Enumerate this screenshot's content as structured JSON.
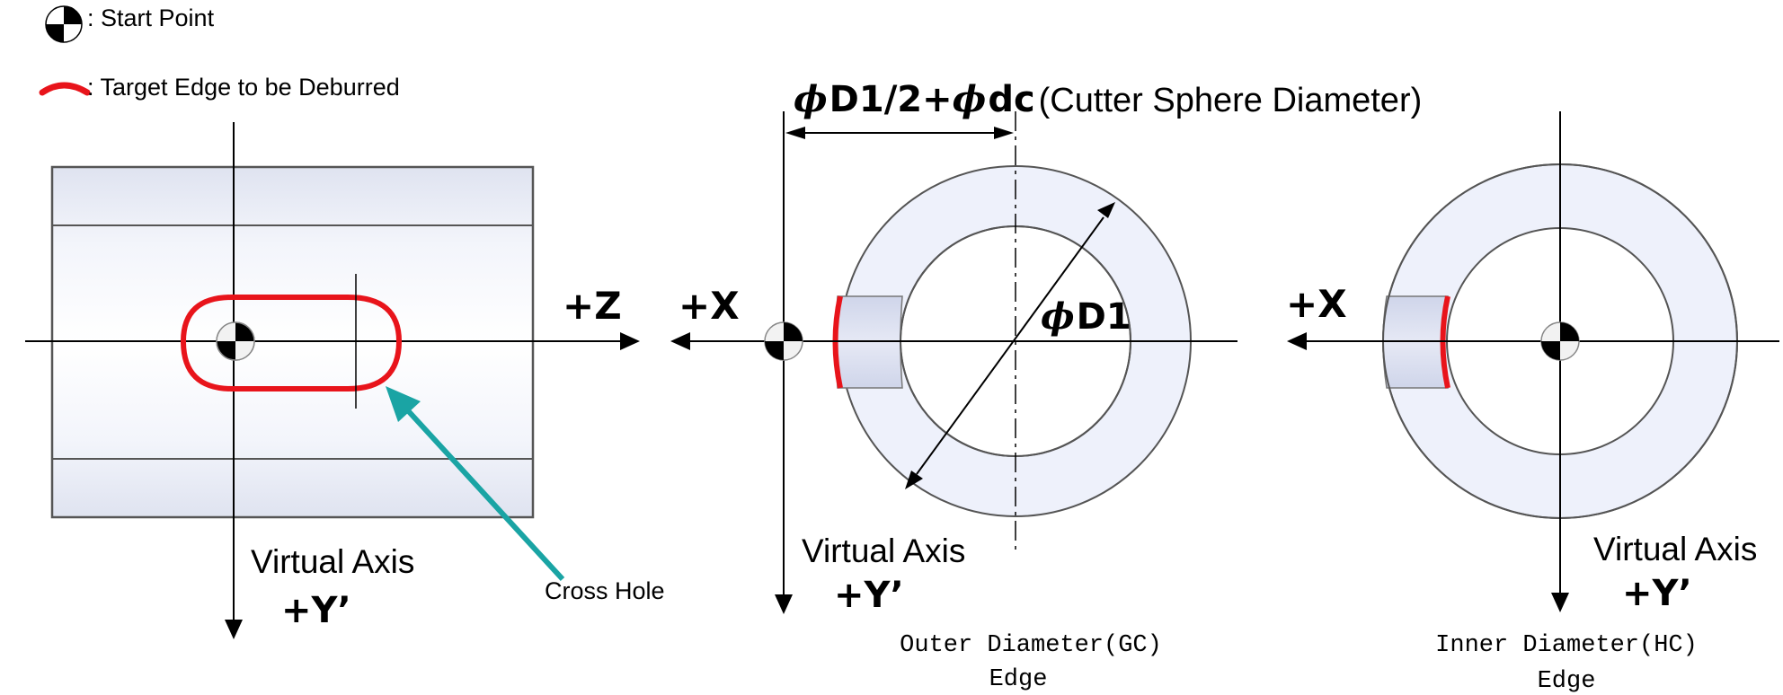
{
  "legend": {
    "start_point_label": ": Start Point",
    "target_edge_label": ": Target Edge to be Deburred"
  },
  "left_view": {
    "axis_z_label": "+Z",
    "virtual_axis_label": "Virtual Axis",
    "axis_y_label": "+Y’",
    "cross_hole_label": "Cross Hole"
  },
  "middle_view": {
    "axis_x_label": "+X",
    "dimension_symbol": "ϕ",
    "dimension_text": "D1/2+",
    "dimension_symbol_2": "ϕ",
    "dimension_text_2": "dc",
    "dimension_caption": "(Cutter Sphere Diameter)",
    "diameter_symbol": "ϕ",
    "diameter_text": "D1",
    "virtual_axis_label": "Virtual Axis",
    "axis_y_label": "+Y’",
    "caption_line1": "Outer Diameter(GC)",
    "caption_line2": "Edge"
  },
  "right_view": {
    "axis_x_label": "+X",
    "virtual_axis_label": "Virtual Axis",
    "axis_y_label": "+Y’",
    "caption_line1": "Inner Diameter(HC)",
    "caption_line2": "Edge"
  },
  "colors": {
    "target_edge": "#e8141b",
    "cross_hole_arrow": "#1aa4a4",
    "part_fill": "#eef1fb",
    "part_stroke": "#555555"
  }
}
